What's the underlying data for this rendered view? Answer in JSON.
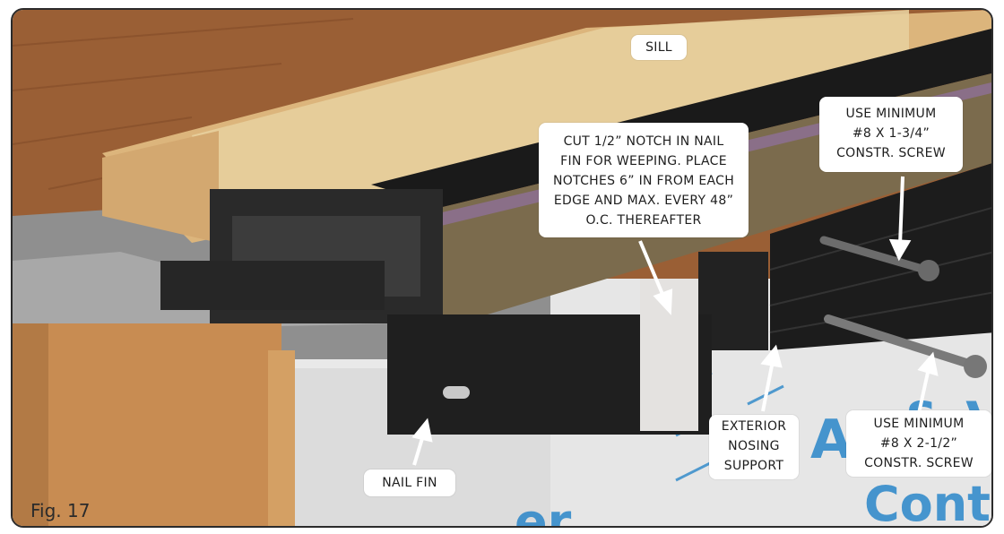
{
  "figure": {
    "label": "Fig. 17"
  },
  "callouts": {
    "sill": [
      "SILL"
    ],
    "notch": [
      "CUT 1/2” NOTCH IN NAIL",
      "FIN FOR WEEPING. PLACE",
      "NOTCHES 6” IN FROM EACH",
      "EDGE AND MAX. EVERY 48”",
      "O.C. THEREAFTER"
    ],
    "screw_upper": [
      "USE MINIMUM",
      "#8 X 1-3/4”",
      "CONSTR. SCREW"
    ],
    "screw_lower": [
      "USE MINIMUM",
      "#8 X 2-1/2”",
      "CONSTR. SCREW"
    ],
    "nosing": [
      "EXTERIOR",
      "NOSING",
      "SUPPORT"
    ],
    "nail_fin": [
      "NAIL FIN"
    ]
  },
  "colors": {
    "wood_floor": "#a0663a",
    "sill_wood": "#d9b57a",
    "frame_bronze": "#7a6a4c",
    "black_fin": "#1e1e1e",
    "wrap_text": "#2a86c9",
    "callout_bg": "#ffffff"
  }
}
